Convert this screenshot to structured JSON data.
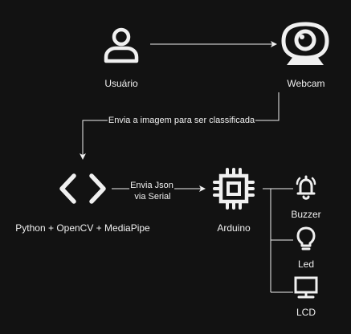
{
  "nodes": {
    "user": {
      "label": "Usuário",
      "icon": "user-icon"
    },
    "webcam": {
      "label": "Webcam",
      "icon": "webcam-icon"
    },
    "python": {
      "label": "Python + OpenCV + MediaPipe",
      "icon": "code-icon"
    },
    "arduino": {
      "label": "Arduino",
      "icon": "chip-icon"
    },
    "buzzer": {
      "label": "Buzzer",
      "icon": "bell-icon"
    },
    "led": {
      "label": "Led",
      "icon": "bulb-icon"
    },
    "lcd": {
      "label": "LCD",
      "icon": "monitor-icon"
    }
  },
  "edges": {
    "webcam_to_python": "Envia a imagem para ser classificada",
    "python_to_arduino_line1": "Envia Json",
    "python_to_arduino_line2": "via Serial"
  },
  "colors": {
    "background": "#121212",
    "foreground": "#f0f0f0"
  }
}
